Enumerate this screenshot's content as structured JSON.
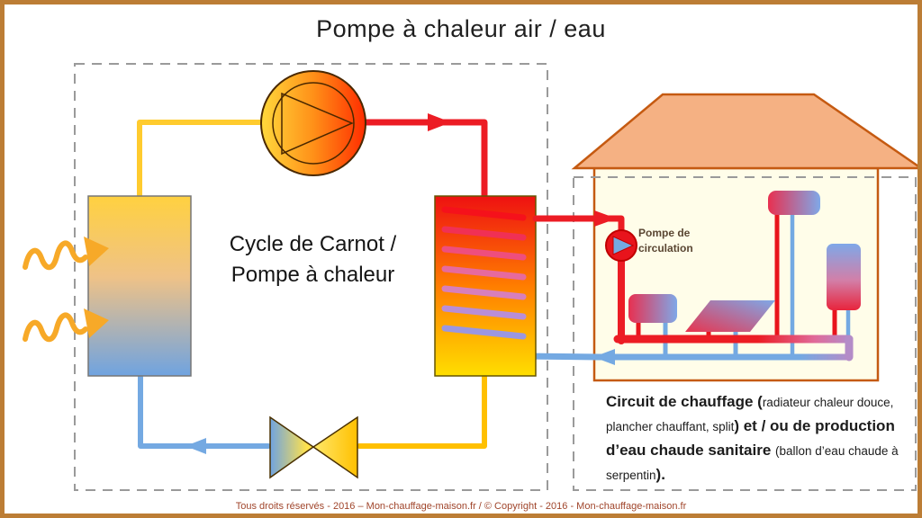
{
  "title": "Pompe à chaleur air / eau",
  "cycle_label": {
    "line1": "Cycle de Carnot /",
    "line2": "Pompe à chaleur"
  },
  "pump_label": {
    "line1": "Pompe de",
    "line2": "circulation"
  },
  "description": {
    "segments": [
      {
        "text": "Circuit de chauffage ("
      },
      {
        "text": "radiateur chaleur douce, plancher chauffant, split"
      },
      {
        "text": ") et / ou de production d’eau chaude sanitaire "
      },
      {
        "text": "(ballon d’eau chaude à serpentin"
      },
      {
        "text": ")."
      }
    ]
  },
  "footer": "Tous droits réservés - 2016 – Mon-chauffage-maison.fr / © Copyright - 2016 - Mon-chauffage-maison.fr",
  "icons": {
    "compressor": "compressor-icon",
    "evaporator": "evaporator-icon",
    "condenser": "condenser-coil-icon",
    "expansion_valve": "expansion-valve-icon",
    "circulation_pump": "circulation-pump-icon",
    "heat_waves": "heat-wave-icon",
    "house": "house-icon",
    "radiator": "radiator-icon",
    "floor_heating": "floor-heating-panel-icon",
    "hot_water_tank": "hot-water-tank-icon"
  },
  "colors": {
    "frame_border": "#bc7d35",
    "footer_divider_blue": "#4472c4",
    "hot_pipe_red": "#ec1c24",
    "cold_pipe_blue": "#74a9e2",
    "gas_pipe_yellow": "#ffc000",
    "heat_wave_orange": "#f7a928",
    "roof_orange": "#f5b183",
    "house_wall_cream": "#fffde9",
    "house_outline": "#c55a11",
    "footer_text": "#a0452b"
  }
}
